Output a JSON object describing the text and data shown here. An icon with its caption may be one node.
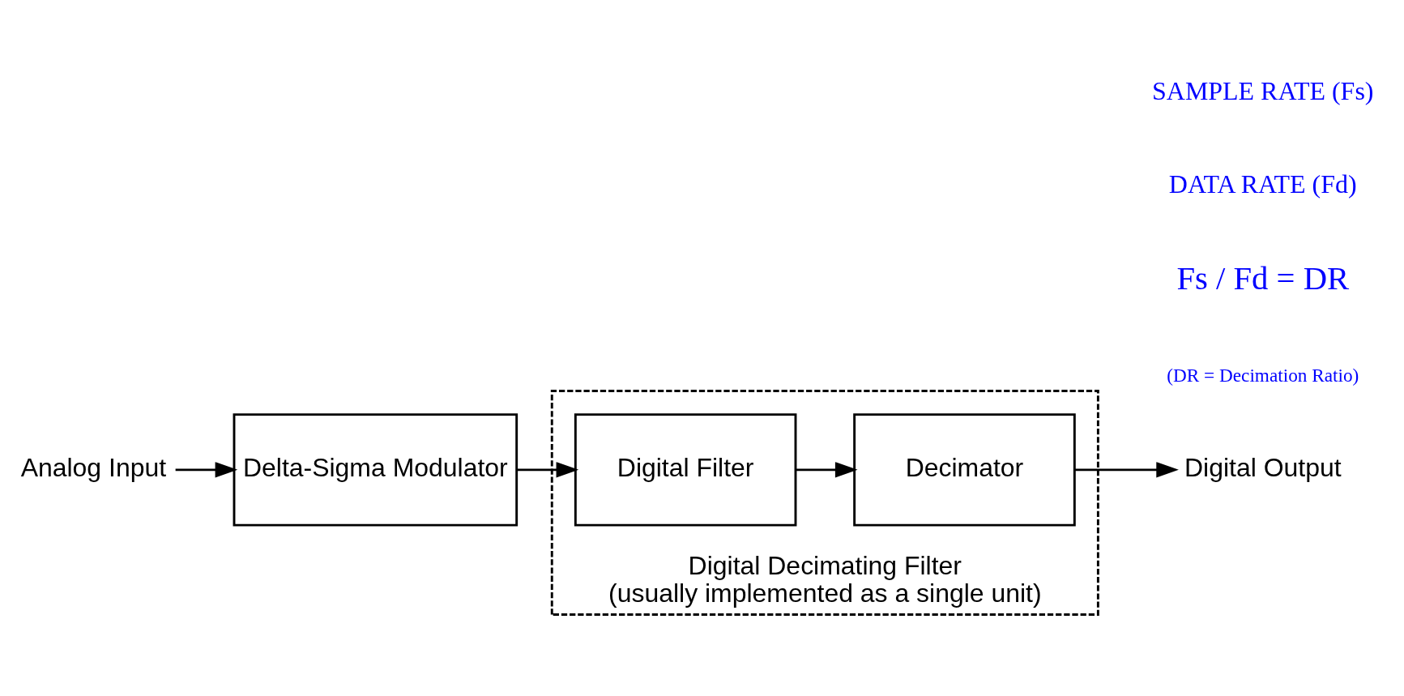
{
  "diagram": {
    "nodes": [
      {
        "text": [
          "Analog Input"
        ]
      },
      {
        "text": [
          "Delta-Sigma Modulator"
        ]
      },
      {
        "text": [
          "Digital Decimating Filter",
          "(usually implemented as a single unit)"
        ]
      },
      {
        "text": [
          "Digital Filter"
        ],
        "in": 2
      },
      {
        "text": [
          "Decimator"
        ],
        "in": 2
      },
      {
        "text": [
          "Digital Output"
        ]
      }
    ],
    "edges": [
      {
        "from": 0,
        "to": 1,
        "arrow": "to"
      },
      {
        "from": 1,
        "to": 3,
        "arrow": "to"
      },
      {
        "from": 3,
        "to": 4,
        "arrow": "to"
      },
      {
        "from": 4,
        "to": 5,
        "arrow": "to"
      }
    ],
    "labels": [
      "SAMPLE RATE (Fs)",
      "DATA RATE (Fd)",
      "Fs / Fd = DR",
      "(DR = Decimation Ratio)"
    ]
  }
}
